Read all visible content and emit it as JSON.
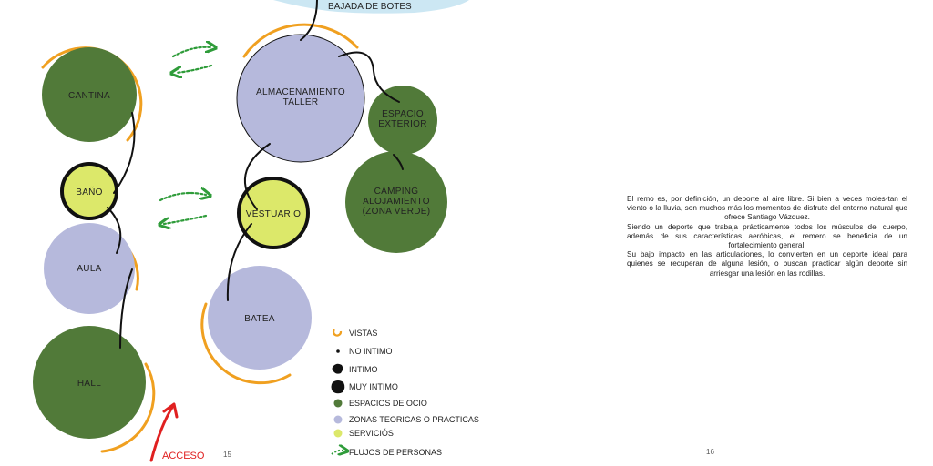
{
  "colors": {
    "green": "#517a39",
    "lavender": "#b6b9dc",
    "yellow": "#dce86a",
    "orange": "#f0a020",
    "black": "#111111",
    "red": "#e02020",
    "flow_green": "#2f9c3a",
    "blue_wash": "#bfe1f0"
  },
  "nodes": {
    "cantina": {
      "label": [
        "CANTINA"
      ]
    },
    "bano": {
      "label": [
        "BAÑO"
      ]
    },
    "aula": {
      "label": [
        "AULA"
      ]
    },
    "hall": {
      "label": [
        "HALL"
      ]
    },
    "almacenamiento": {
      "label": [
        "ALMACENAMIENTO",
        "TALLER"
      ]
    },
    "espacio_exterior": {
      "label": [
        "ESPACIO",
        "EXTERIOR"
      ]
    },
    "camping": {
      "label": [
        "CAMPING",
        "ALOJAMIENTO",
        "(ZONA VERDE)"
      ]
    },
    "vestuario": {
      "label": [
        "VESTUARIO"
      ]
    },
    "batea": {
      "label": [
        "BATEA"
      ]
    }
  },
  "top_label": "BAJADA DE BOTES",
  "acceso_label": "ACCESO",
  "legend": {
    "items": [
      {
        "key": "vistas",
        "label": "VISTAS",
        "symbol": "orange-ring-icon"
      },
      {
        "key": "no_intimo",
        "label": "NO INTIMO",
        "symbol": "small-dot-icon"
      },
      {
        "key": "intimo",
        "label": "INTIMO",
        "symbol": "medium-blot-icon"
      },
      {
        "key": "muy_intimo",
        "label": "MUY INTIMO",
        "symbol": "large-blot-icon"
      },
      {
        "key": "ocio",
        "label": "ESPACIOS DE OCIO",
        "symbol": "green-circle-icon"
      },
      {
        "key": "zonas",
        "label": "ZONAS TEORICAS O PRACTICAS",
        "symbol": "lavender-circle-icon"
      },
      {
        "key": "servicios",
        "label": "SERVICIÓS",
        "symbol": "yellow-circle-icon"
      },
      {
        "key": "flujos",
        "label": "FLUJOS DE PERSONAS",
        "symbol": "dotted-arrow-icon"
      }
    ]
  },
  "page_numbers": {
    "left": "15",
    "right": "16"
  },
  "body_text": [
    "El remo es, por definición, un deporte al aire libre. Si bien a veces moles-tan el viento o la lluvia, son muchos más los momentos de disfrute del entorno natural que ofrece Santiago Vázquez.",
    "Siendo un deporte que trabaja prácticamente todos los músculos del cuerpo, además de sus características aeróbicas, el remero se beneficia de un fortalecimiento general.",
    "Su bajo impacto en las articulaciones, lo convierten en un deporte ideal para quienes se recuperan de alguna lesión, o buscan practicar algún deporte sin arriesgar una lesión en las rodillas."
  ]
}
